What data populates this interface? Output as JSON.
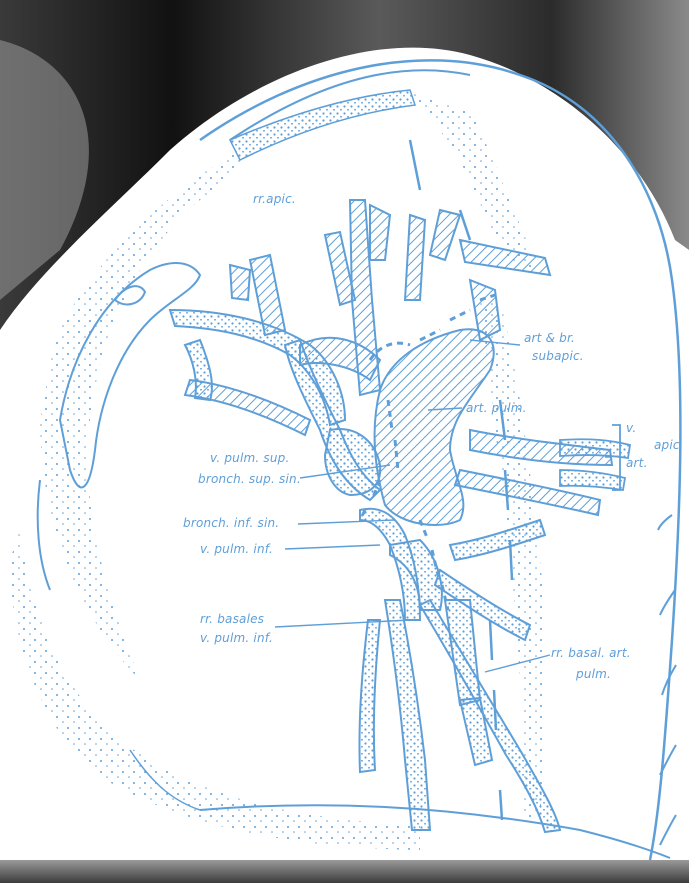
{
  "colors": {
    "ink": "#5f9fd8",
    "ink_light": "#8cbbe6",
    "paper": "#ffffff",
    "xray_dark": "#1b1b1b",
    "xray_mid": "#6b6b6b"
  },
  "labels": {
    "rr_apic": "rr.apic.",
    "art_br": "art & br.",
    "subapic": "subapic.",
    "art_pulm": "art. pulm.",
    "v": "v.",
    "apic": "apic",
    "art": "art.",
    "v_pulm_sup": "v. pulm. sup.",
    "bronch_sup_sin": "bronch. sup. sin.",
    "bronch_inf_sin": "bronch. inf. sin.",
    "v_pulm_inf": "v. pulm. inf.",
    "rr_basales": "rr. basales",
    "v_pulm_inf_2": "v. pulm. inf.",
    "rr_basal_art": "rr. basal. art.",
    "pulm": "pulm."
  }
}
